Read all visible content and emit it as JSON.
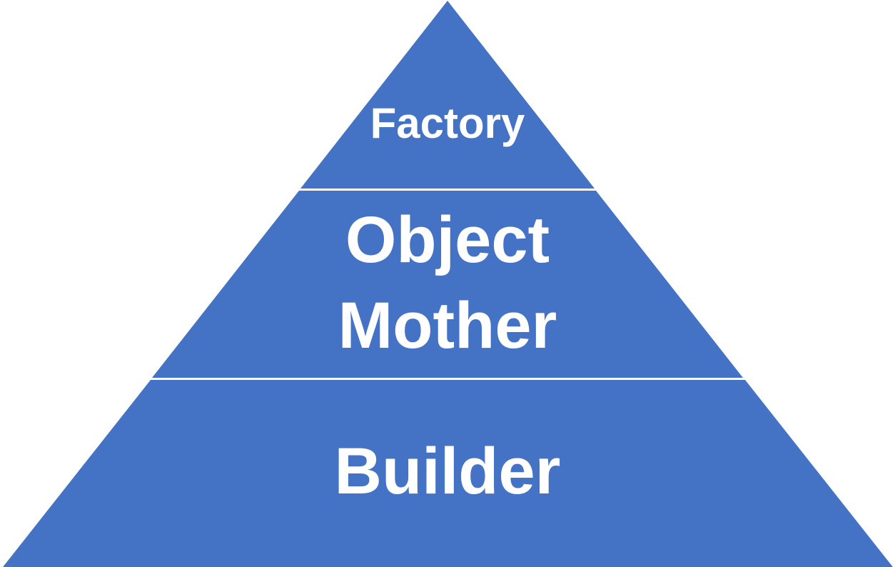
{
  "diagram": {
    "type": "pyramid",
    "fill_color": "#4472C4",
    "divider_color": "#FFFFFF",
    "text_color": "#FFFFFF",
    "levels": [
      {
        "position": "top",
        "label": "Factory"
      },
      {
        "position": "middle",
        "label_line1": "Object",
        "label_line2": "Mother"
      },
      {
        "position": "bottom",
        "label": "Builder"
      }
    ]
  }
}
